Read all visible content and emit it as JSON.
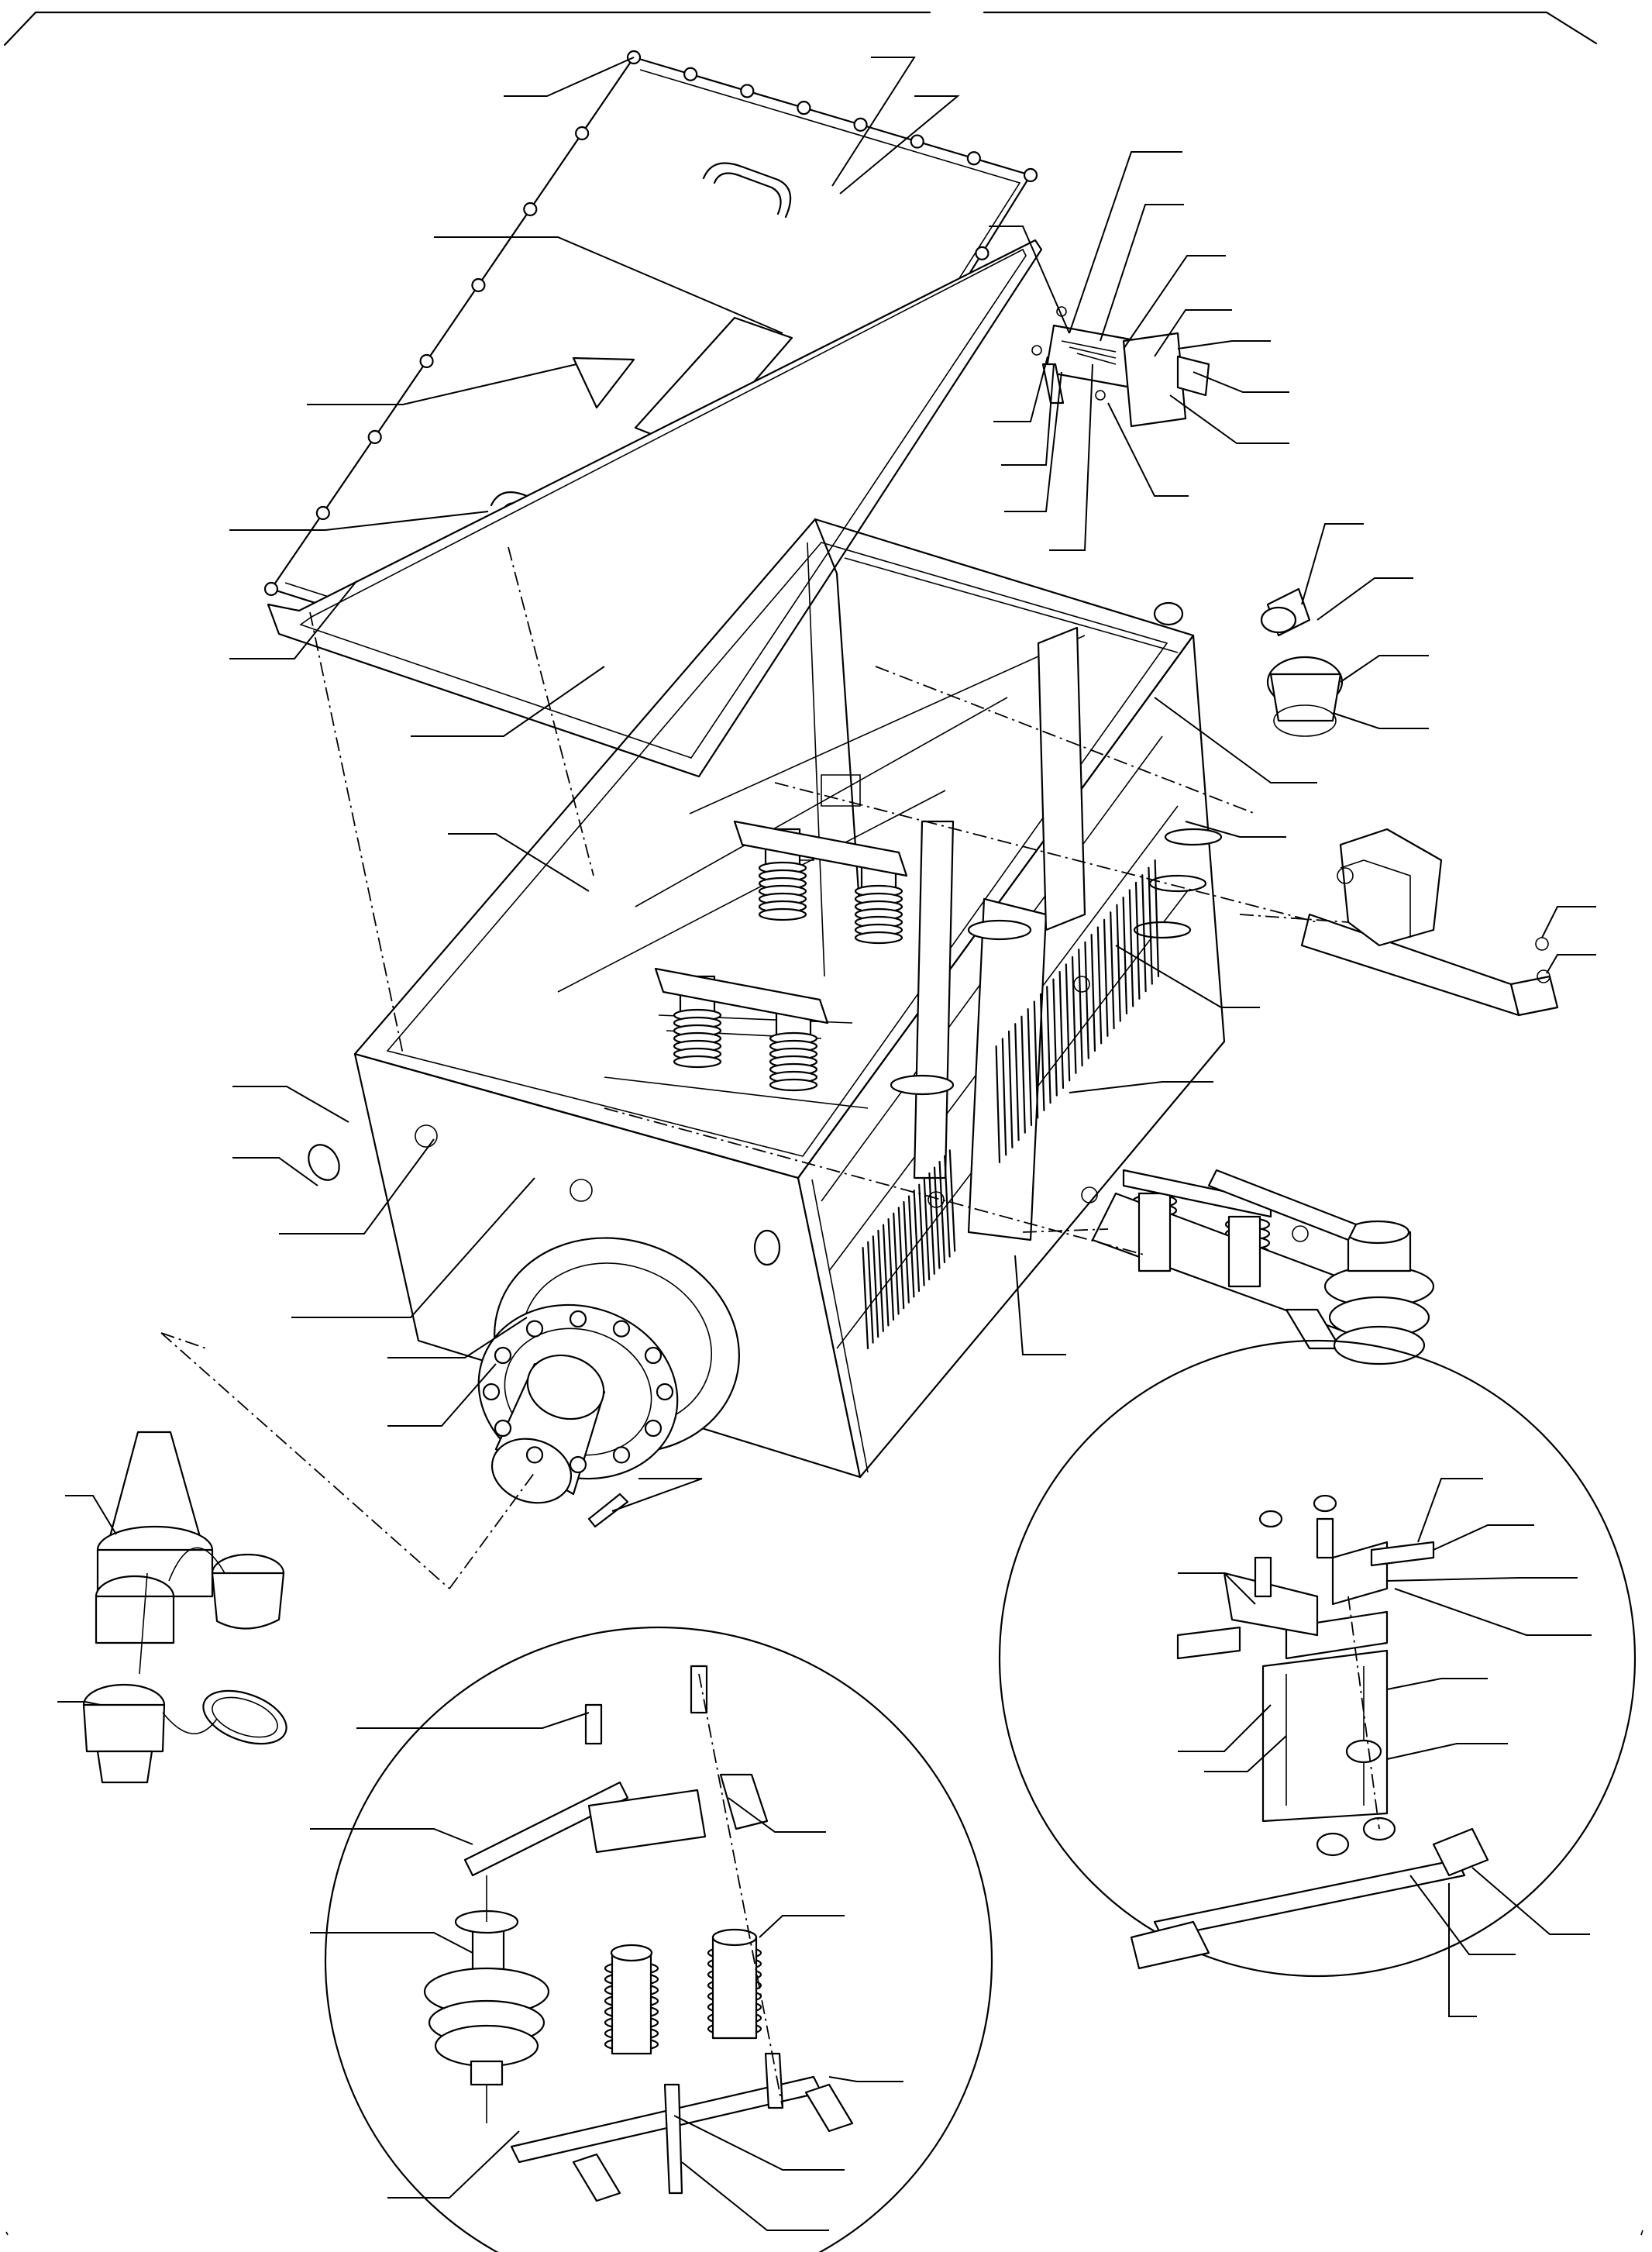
{
  "drawing": {
    "kind": "exploded-assembly",
    "callout_count": 53,
    "detail_views": 2,
    "line_color": "#000000",
    "background": "#ffffff"
  }
}
